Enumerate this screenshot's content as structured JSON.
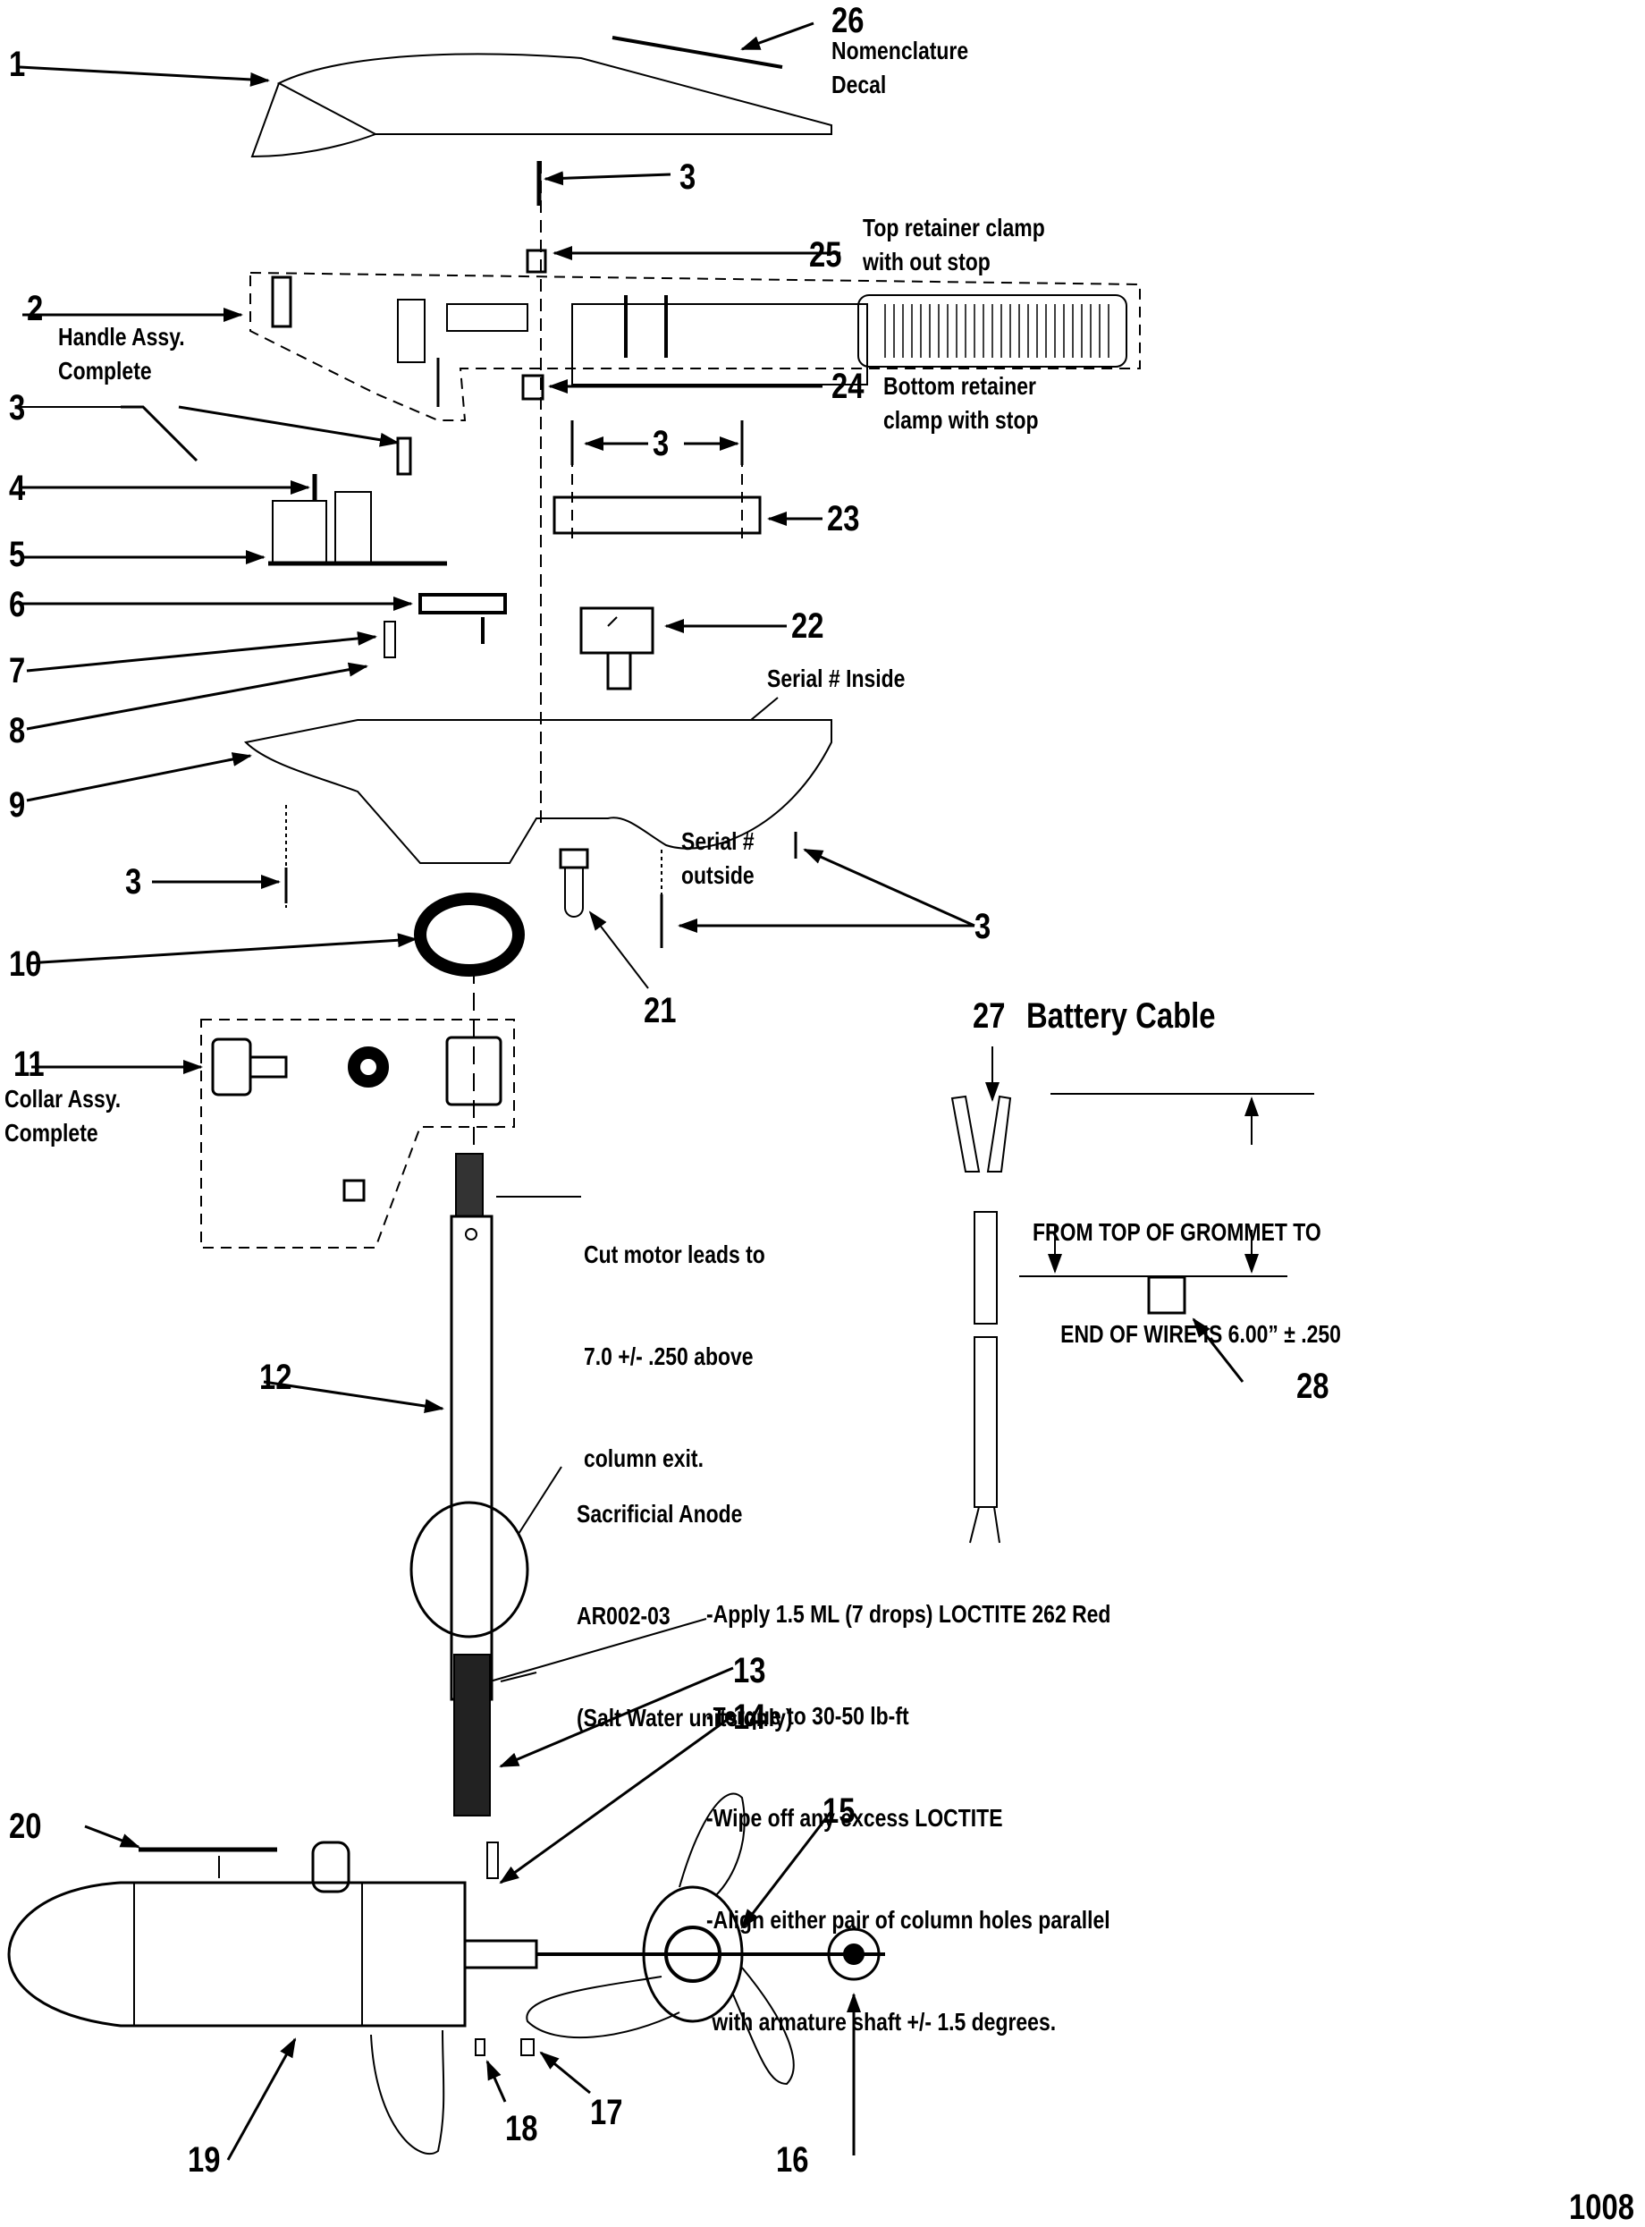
{
  "diagram": {
    "type": "exploded-parts-diagram",
    "page_number": "1008",
    "callouts": [
      {
        "id": "1",
        "label": ""
      },
      {
        "id": "2",
        "label": "Handle Assy.\nComplete"
      },
      {
        "id": "3",
        "label": ""
      },
      {
        "id": "4",
        "label": ""
      },
      {
        "id": "5",
        "label": ""
      },
      {
        "id": "6",
        "label": ""
      },
      {
        "id": "7",
        "label": ""
      },
      {
        "id": "8",
        "label": ""
      },
      {
        "id": "9",
        "label": ""
      },
      {
        "id": "10",
        "label": ""
      },
      {
        "id": "11",
        "label": "Collar Assy.\nComplete"
      },
      {
        "id": "12",
        "label": ""
      },
      {
        "id": "13",
        "label": ""
      },
      {
        "id": "14",
        "label": ""
      },
      {
        "id": "15",
        "label": ""
      },
      {
        "id": "16",
        "label": ""
      },
      {
        "id": "17",
        "label": ""
      },
      {
        "id": "18",
        "label": ""
      },
      {
        "id": "19",
        "label": ""
      },
      {
        "id": "20",
        "label": ""
      },
      {
        "id": "21",
        "label": ""
      },
      {
        "id": "22",
        "label": ""
      },
      {
        "id": "23",
        "label": ""
      },
      {
        "id": "24",
        "label": "Bottom retainer\nclamp with stop"
      },
      {
        "id": "25",
        "label": "Top retainer clamp\nwith out stop"
      },
      {
        "id": "26",
        "label": "Nomenclature\nDecal"
      },
      {
        "id": "27",
        "label": "Battery Cable"
      },
      {
        "id": "28",
        "label": ""
      }
    ],
    "notes": {
      "serial_inside": "Serial # Inside",
      "serial_outside": "Serial #\noutside",
      "cut_leads": [
        "Cut motor leads to",
        "7.0 +/- .250 above",
        "column exit."
      ],
      "anode": [
        "Sacrificial Anode",
        "AR002-03",
        "(Salt Water units only)"
      ],
      "loctite": [
        "-Apply 1.5 ML (7 drops) LOCTITE 262 Red",
        "-Torque to 30-50 lb-ft",
        "-Wipe off any excess LOCTITE",
        "-Align either pair of column holes parallel",
        " with armature shaft +/- 1.5 degrees."
      ],
      "grommet": [
        "FROM TOP OF GROMMET TO",
        "END OF WIRE IS 6.00” ± .250"
      ]
    }
  }
}
